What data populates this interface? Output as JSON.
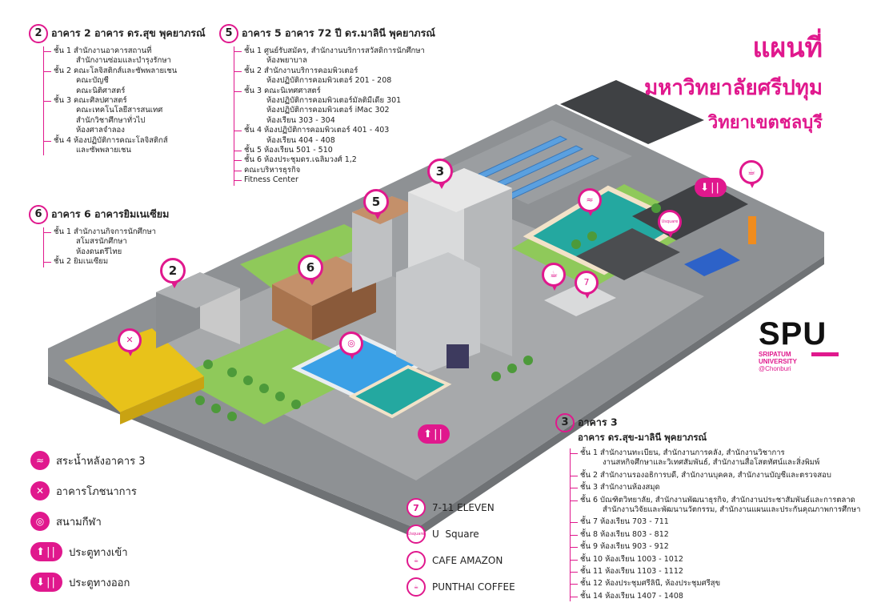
{
  "title": {
    "line1": "แผนที่",
    "line2": "มหาวิทยาลัยศรีปทุม",
    "line3": "วิทยาเขตชลบุรี"
  },
  "logo": {
    "big": "SPU",
    "l1": "SRIPATUM",
    "l2": "UNIVERSITY",
    "l3": "@Chonburi"
  },
  "b2": {
    "num": "2",
    "head": "อาคาร 2 อาคาร ดร.สุข พุคยาภรณ์",
    "items": [
      {
        "f": "ชั้น 1 สำนักงานอาคารสถานที่",
        "s": [
          "สำนักงานซ่อมและบำรุงรักษา"
        ]
      },
      {
        "f": "ชั้น 2 คณะโลจิสติกส์และซัพพลายเชน",
        "s": [
          "คณะบัญชี",
          "คณะนิติศาสตร์"
        ]
      },
      {
        "f": "ชั้น 3 คณะศิลปศาสตร์",
        "s": [
          "คณะเทคโนโลยีสารสนเทศ",
          "สำนักวิชาศึกษาทั่วไป",
          "ห้องศาลจำลอง"
        ]
      },
      {
        "f": "ชั้น 4 ห้องปฏิบัติการคณะโลจิสติกส์",
        "s": [
          "และซัพพลายเชน"
        ]
      }
    ]
  },
  "b5": {
    "num": "5",
    "head": "อาคาร 5 อาคาร 72 ปี ดร.มาลินี พุคยาภรณ์",
    "items": [
      {
        "f": "ชั้น 1 ศูนย์รับสมัคร, สำนักงานบริการสวัสดิการนักศึกษา",
        "s": [
          "ห้องพยาบาล"
        ]
      },
      {
        "f": "ชั้น 2 สำนักงานบริการคอมพิวเตอร์",
        "s": [
          "ห้องปฏิบัติการคอมพิวเตอร์ 201 - 208"
        ]
      },
      {
        "f": "ชั้น 3 คณะนิเทศศาสตร์",
        "s": [
          "ห้องปฏิบัติการคอมพิวเตอร์มัลติมีเดีย 301",
          "ห้องปฏิบัติการคอมพิวเตอร์ iMac 302",
          "ห้องเรียน 303 - 304"
        ]
      },
      {
        "f": "ชั้น 4 ห้องปฏิบัติการคอมพิวเตอร์ 401 - 403",
        "s": [
          "ห้องเรียน 404 - 408"
        ]
      },
      {
        "f": "ชั้น 5 ห้องเรียน 501 - 510",
        "s": []
      },
      {
        "f": "ชั้น 6 ห้องประชุมดร.เฉลิมวงศ์ 1,2",
        "s": []
      },
      {
        "f": "คณะบริหารธุรกิจ",
        "s": []
      },
      {
        "f": "Fitness Center",
        "s": []
      }
    ]
  },
  "b6": {
    "num": "6",
    "head": "อาคาร 6 อาคารยิมเนเซียม",
    "items": [
      {
        "f": "ชั้น 1 สำนักงานกิจการนักศึกษา",
        "s": [
          "สโมสรนักศึกษา",
          "ห้องดนตรีไทย"
        ]
      },
      {
        "f": "ชั้น 2 ยิมเนเซียม",
        "s": []
      }
    ]
  },
  "b3": {
    "num": "3",
    "head": "อาคาร 3",
    "head2": "อาคาร ดร.สุข-มาลินี พุคยาภรณ์",
    "items": [
      {
        "f": "ชั้น 1 สำนักงานทะเบียน, สำนักงานการคลัง, สำนักงานวิชาการ",
        "s": [
          "งานสหกิจศึกษาและวิเทศสัมพันธ์, สำนักงานสื่อโสตทัศน์และสิ่งพิมพ์"
        ]
      },
      {
        "f": "ชั้น 2 สำนักงานรองอธิการบดี, สำนักงานบุคคล, สำนักงานบัญชีและตรวจสอบ",
        "s": []
      },
      {
        "f": "ชั้น 3 สำนักงานห้องสมุด",
        "s": []
      },
      {
        "f": "ชั้น 6 บัณฑิตวิทยาลัย, สำนักงานพัฒนาธุรกิจ, สำนักงานประชาสัมพันธ์และการตลาด",
        "s": [
          "สำนักงานวิจัยและพัฒนานวัตกรรม, สำนักงานแผนและประกันคุณภาพการศึกษา"
        ]
      },
      {
        "f": "ชั้น 7 ห้องเรียน 703 - 711",
        "s": []
      },
      {
        "f": "ชั้น 8 ห้องเรียน 803 - 812",
        "s": []
      },
      {
        "f": "ชั้น 9 ห้องเรียน 903 - 912",
        "s": []
      },
      {
        "f": "ชั้น 10 ห้องเรียน 1003 - 1012",
        "s": []
      },
      {
        "f": "ชั้น 11 ห้องเรียน 1103 - 1112",
        "s": []
      },
      {
        "f": "ชั้น 12 ห้องประชุมศรีลินี, ห้องประชุมศรีสุข",
        "s": []
      },
      {
        "f": "ชั้น 14 ห้องเรียน 1407 - 1408",
        "s": []
      }
    ]
  },
  "legend_left": {
    "pool": {
      "icon": "pool-icon",
      "label": "สระน้ำหลังอาคาร 3"
    },
    "food": {
      "icon": "fork-spoon-icon",
      "label": "อาคารโภชนาการ"
    },
    "stadium": {
      "icon": "stadium-icon",
      "label": "สนามกีฬา"
    },
    "entrance": {
      "icon": "entrance-icon",
      "label": "ประตูทางเข้า"
    },
    "exit": {
      "icon": "exit-icon",
      "label": "ประตูทางออก"
    }
  },
  "legend_right": {
    "eleven": {
      "icon": "7-eleven-icon",
      "badge": "7",
      "label": "7-11 ELEVEN"
    },
    "usquare": {
      "icon": "usquare-icon",
      "badge": "Usquare",
      "label": "U  Square"
    },
    "amazon": {
      "icon": "cafe-amazon-icon",
      "label": "CAFE AMAZON"
    },
    "punthai": {
      "icon": "punthai-coffee-icon",
      "label": "PUNTHAI COFFEE"
    }
  },
  "map_pins": {
    "p2": "2",
    "p6": "6",
    "p5": "5",
    "p3": "3",
    "eleven": "7",
    "usquare": "Usquare"
  },
  "colors": {
    "accent": "#e0188d",
    "road": "#8e9194",
    "grass": "#8fc95a",
    "pool": "#24a8a0",
    "roof_yellow": "#e8c21a",
    "glass": "#5aa0e0"
  }
}
